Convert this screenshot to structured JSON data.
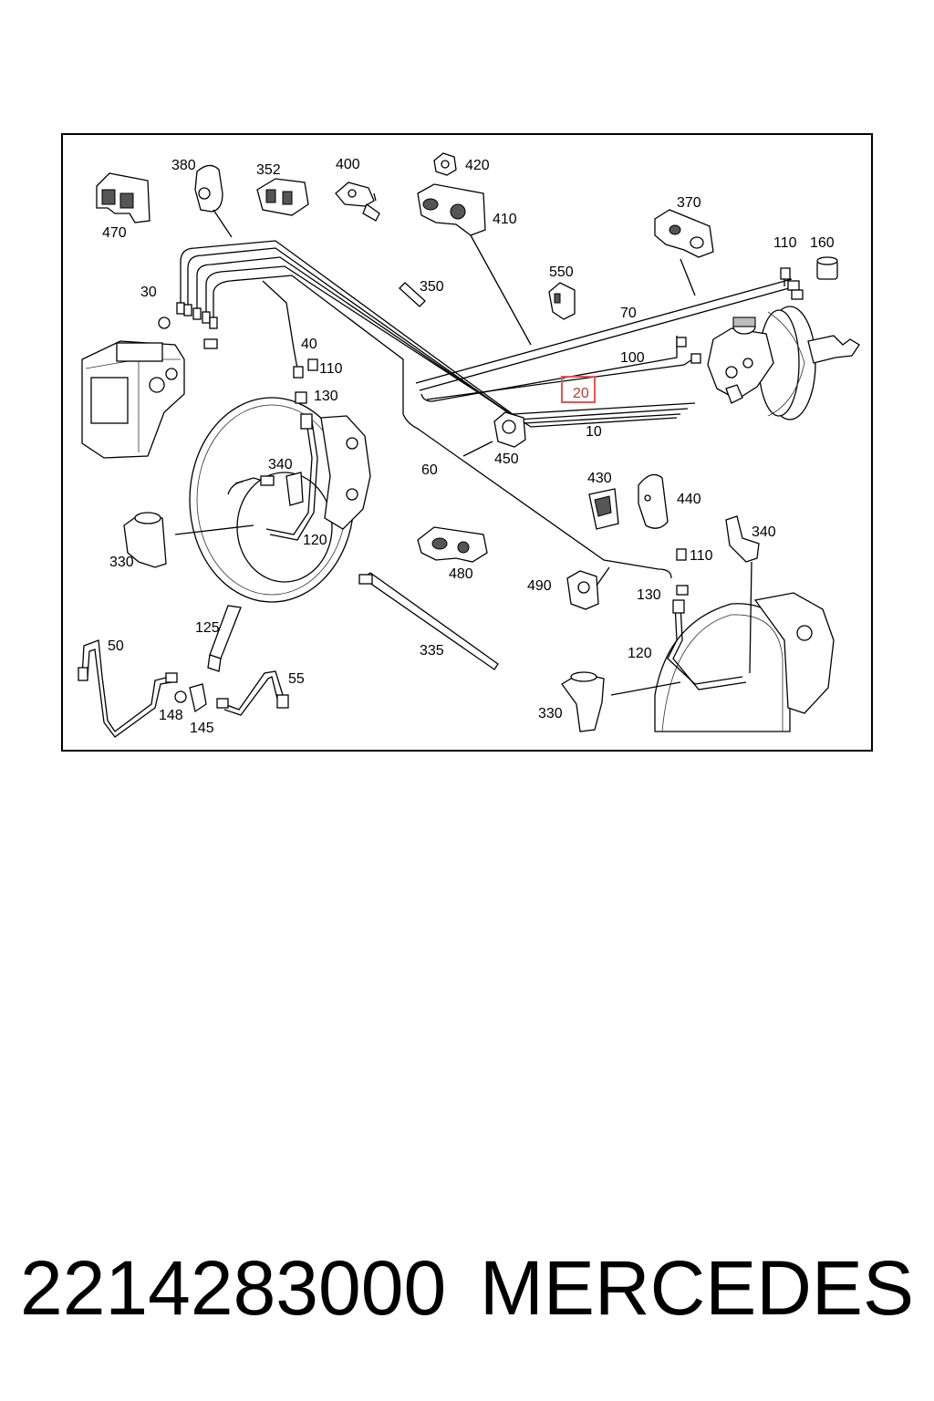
{
  "diagram": {
    "callouts": {
      "c470": "470",
      "c380": "380",
      "c352": "352",
      "c400": "400",
      "c420": "420",
      "c410": "410",
      "c370": "370",
      "c110a": "110",
      "c160": "160",
      "c30": "30",
      "c350": "350",
      "c550": "550",
      "c70": "70",
      "c100": "100",
      "c40": "40",
      "c110b": "110",
      "c130a": "130",
      "c20": "20",
      "c10": "10",
      "c450": "450",
      "c340a": "340",
      "c60": "60",
      "c430": "430",
      "c440": "440",
      "c340b": "340",
      "c120a": "120",
      "c330a": "330",
      "c480": "480",
      "c490": "490",
      "c110c": "110",
      "c130b": "130",
      "c125": "125",
      "c50": "50",
      "c335": "335",
      "c55": "55",
      "c120b": "120",
      "c148": "148",
      "c145": "145",
      "c330b": "330"
    },
    "highlighted_callout": "20",
    "highlight_color": "#e05555"
  },
  "footer": {
    "part_number": "2214283000",
    "brand": "MERCEDES"
  }
}
